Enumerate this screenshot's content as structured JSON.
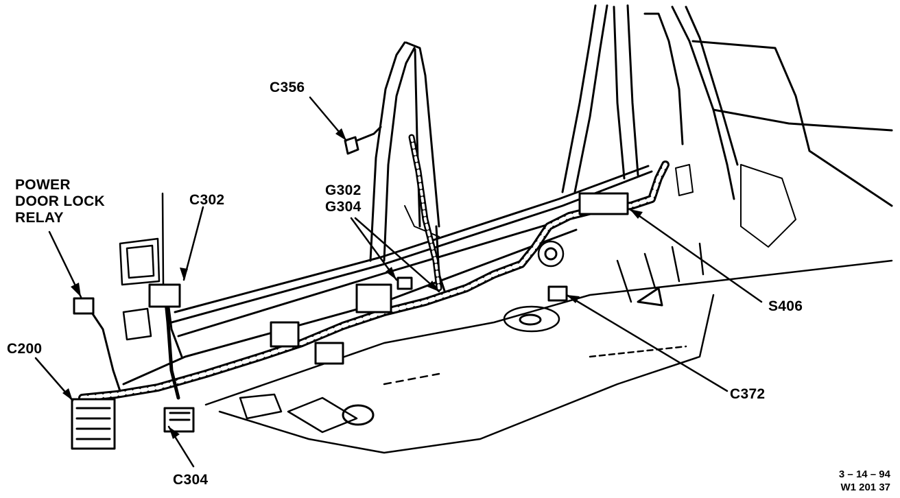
{
  "callouts": {
    "power_door_lock_relay": [
      "POWER",
      "DOOR LOCK",
      "RELAY"
    ],
    "c302": "C302",
    "c356": "C356",
    "g302": "G302",
    "g304": "G304",
    "c200": "C200",
    "c304": "C304",
    "s406": "S406",
    "c372": "C372"
  },
  "footer": {
    "date_code": "3 – 14 – 94",
    "figure_code": "W1 201 37"
  }
}
